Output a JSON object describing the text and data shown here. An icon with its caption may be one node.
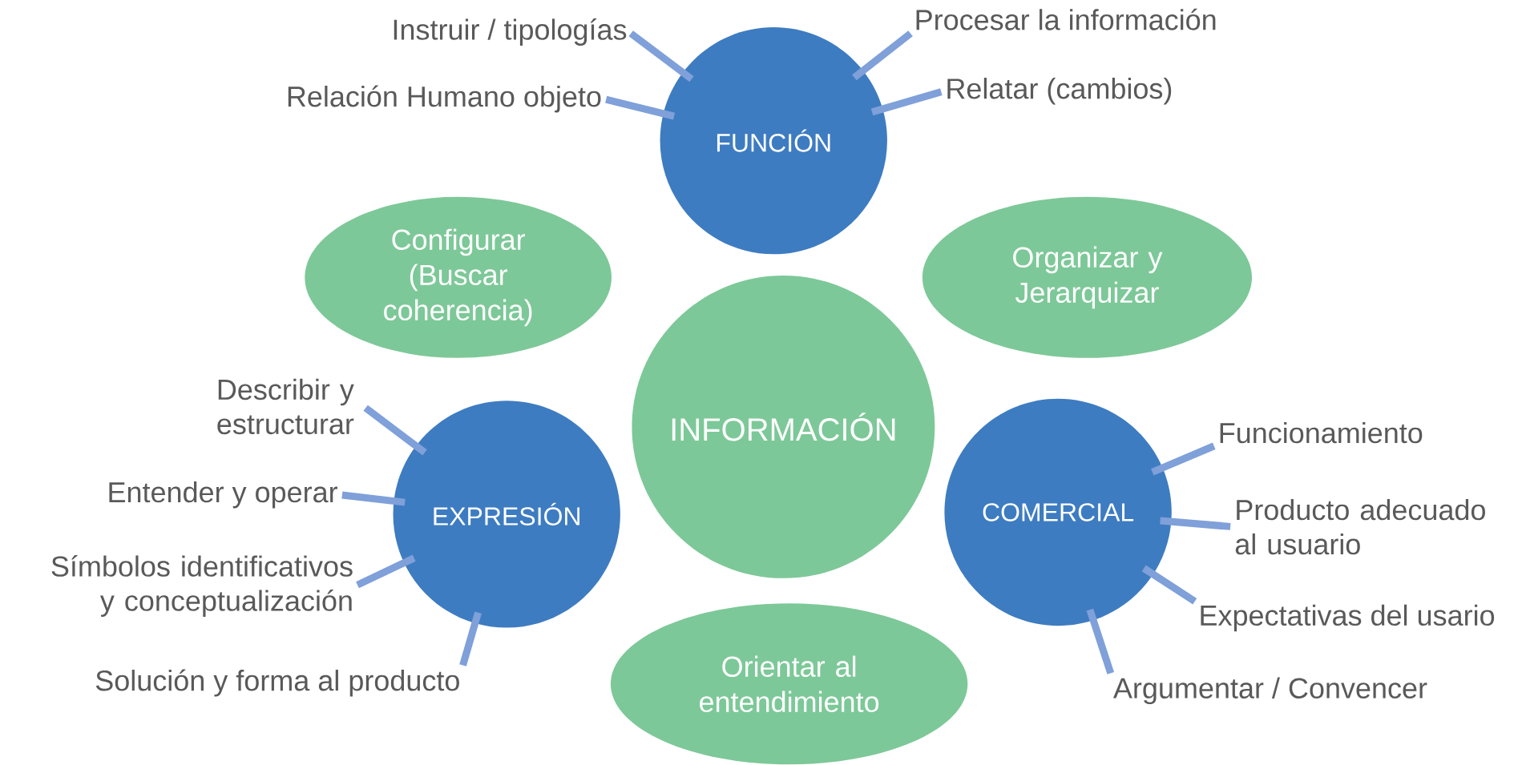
{
  "diagram": {
    "nodes": [
      {
        "text": [
          "Instruir / tipologías"
        ]
      },
      {
        "text": [
          "Procesar la información"
        ]
      },
      {
        "text": [
          "Relación Humano objeto"
        ]
      },
      {
        "text": [
          "Relatar (cambios)"
        ]
      },
      {
        "text": [
          "FUNCIÓN"
        ]
      },
      {
        "text": [
          "Configurar (Buscar coherencia)"
        ]
      },
      {
        "text": [
          "Organizar y Jerarquizar"
        ]
      },
      {
        "text": [
          "Describir y estructurar"
        ]
      },
      {
        "text": [
          "INFORMACIÓN"
        ]
      },
      {
        "text": [
          "Funcionamiento"
        ]
      },
      {
        "text": [
          "Entender y operar"
        ]
      },
      {
        "text": [
          "EXPRESIÓN"
        ]
      },
      {
        "text": [
          "COMERCIAL"
        ]
      },
      {
        "text": [
          "Producto adecuado al usuario"
        ]
      },
      {
        "text": [
          "Símbolos identificativos y conceptualización"
        ]
      },
      {
        "text": [
          "Expectativas del usario"
        ]
      },
      {
        "text": [
          "Solución y forma al producto"
        ]
      },
      {
        "text": [
          "Orientar al entendimiento"
        ]
      },
      {
        "text": [
          "Argumentar / Convencer"
        ]
      }
    ],
    "edges": [
      {
        "from": 0,
        "to": 4,
        "arrow": "none"
      },
      {
        "from": 1,
        "to": 4,
        "arrow": "none"
      },
      {
        "from": 2,
        "to": 4,
        "arrow": "none"
      },
      {
        "from": 3,
        "to": 4,
        "arrow": "none"
      },
      {
        "from": 7,
        "to": 11,
        "arrow": "none"
      },
      {
        "from": 10,
        "to": 11,
        "arrow": "none"
      },
      {
        "from": 14,
        "to": 11,
        "arrow": "none"
      },
      {
        "from": 16,
        "to": 11,
        "arrow": "none"
      },
      {
        "from": 9,
        "to": 12,
        "arrow": "none"
      },
      {
        "from": 13,
        "to": 12,
        "arrow": "none"
      },
      {
        "from": 15,
        "to": 12,
        "arrow": "none"
      },
      {
        "from": 18,
        "to": 12,
        "arrow": "none"
      }
    ]
  }
}
